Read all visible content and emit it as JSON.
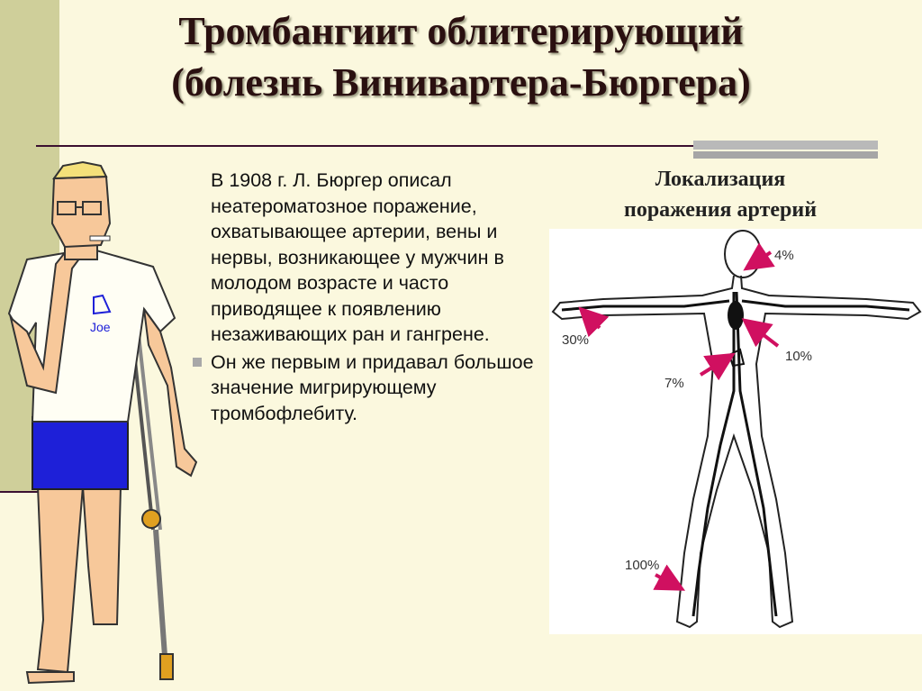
{
  "slide": {
    "title_line1": "Тромбангиит облитерирующий",
    "title_line2": "(болезнь Винивартера-Бюргера)"
  },
  "text": {
    "bullet1": "В 1908 г. Л. Бюргер описал неатероматозное поражение, охватывающее артерии, вены и нервы, возникающее у мужчин в молодом возрасте и часто приводящее к появлению незаживающих ран и гангрене.",
    "bullet2": "Он же первым и придавал большое значение мигрирующему тромбофлебиту."
  },
  "figure": {
    "title_line1": "Локализация",
    "title_line2": "поражения артерий",
    "labels": {
      "head": "4%",
      "arm": "30%",
      "heart": "10%",
      "abdomen": "7%",
      "leg": "100%"
    }
  },
  "cartoon": {
    "shirt_text": "Joe"
  },
  "colors": {
    "background": "#fbf8de",
    "side_strip": "#cfcf9a",
    "arrow": "#d01060",
    "shorts": "#1e20d8"
  }
}
